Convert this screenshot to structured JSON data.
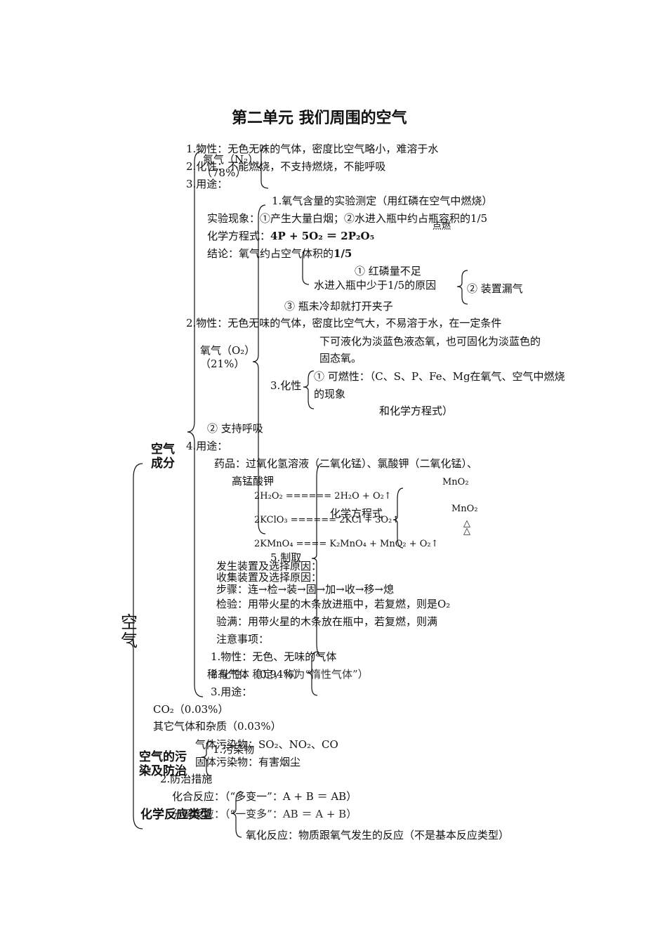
{
  "title": "第二单元  我们周围的空气",
  "root": "空气",
  "categories": {
    "composition": "空气成分",
    "pollution": "空气的污染及防治",
    "reaction_types": "化学反应类型"
  },
  "n2": {
    "name": "氮气（N₂）",
    "percent": "（78%）",
    "physical": "1.物性：无色无味的气体，密度比空气略小，难溶于水",
    "chemical": "2.化性：不能燃烧，不支持燃烧，不能呼吸",
    "use": "3.用途："
  },
  "o2": {
    "name": "氧气（O₂）",
    "percent": "（21%）",
    "exp_title": "1.氧气含量的实验测定（用红磷在空气中燃烧）",
    "exp_phenomenon": "实验现象：①产生大量白烟；②水进入瓶中约占瓶容积的1/5",
    "ignite": "点燃",
    "equation_prefix": "化学方程式：",
    "equation": "4P + 5O₂ ＝ 2P₂O₅",
    "conclusion_prefix": "结论：氧气约占空气体积的",
    "conclusion_value": "1/5",
    "reason1": "① 红磷量不足",
    "reason_label": "水进入瓶中少于1/5的原因",
    "reason2": "② 装置漏气",
    "reason3": "③ 瓶未冷却就打开夹子",
    "physical_1": "2.物性：无色无味的气体，密度比空气大，不易溶于水，在一定条件",
    "physical_2": "下可液化为淡蓝色液态氧，也可固化为淡蓝色的",
    "physical_3": "固态氧。",
    "chem_label": "3.化性",
    "combustible_1": "① 可燃性：（C、S、P、Fe、Mg在氧气、空气中燃烧",
    "combustible_2": "的现象",
    "combustible_3": "和化学方程式）",
    "respiration": "② 支持呼吸",
    "use": "4.用途：",
    "reagents_1": "药品：过氧化氢溶液（二氧化锰）、氯酸钾（二氧化锰）、",
    "reagents_2": "高锰酸钾",
    "catalyst1": "MnO₂",
    "eq1": "2H₂O₂ ====== 2H₂O + O₂↑",
    "eq_label": "化学方程式",
    "catalyst2": "MnO₂",
    "eq2": "2KClO₃ ====== 2KCl + 3O₂↑",
    "heat1": "△",
    "heat2": "△",
    "eq3": "2KMnO₄ ==== K₂MnO₄ + MnO₂ + O₂↑",
    "prep_label": "5.制取",
    "apparatus": "发生装置及选择原因：",
    "collection": "收集装置及选择原因：",
    "steps": "步骤：连→检→装→固→加→收→移→熄",
    "test": "检验：用带火星的木条放进瓶中，若复燃，则是O₂",
    "full": "验满：用带火星的木条放在瓶中，若复燃，则满",
    "notes": "注意事项："
  },
  "noble": {
    "name": "稀有气体（0.94%）",
    "physical": "1.物性：无色、无味的气体",
    "chemical": "2.化性：稳定，称为“惰性气体”）",
    "use": "3.用途："
  },
  "co2": "CO₂（0.03%）",
  "others": "其它气体和杂质（0.03%）",
  "pollution": {
    "gas": "气体污染物：SO₂、NO₂、CO",
    "pollutants_label": "1.污染物",
    "solid": "固体污染物：有害烟尘",
    "prevention": "2.防治措施"
  },
  "reactions": {
    "combination": "化合反应：（“多变一”：A + B ＝ AB）",
    "decomposition": "分解反应：（“一变多”：AB ＝ A + B）",
    "oxidation": "氧化反应：物质跟氧气发生的反应（不是基本反应类型）"
  }
}
